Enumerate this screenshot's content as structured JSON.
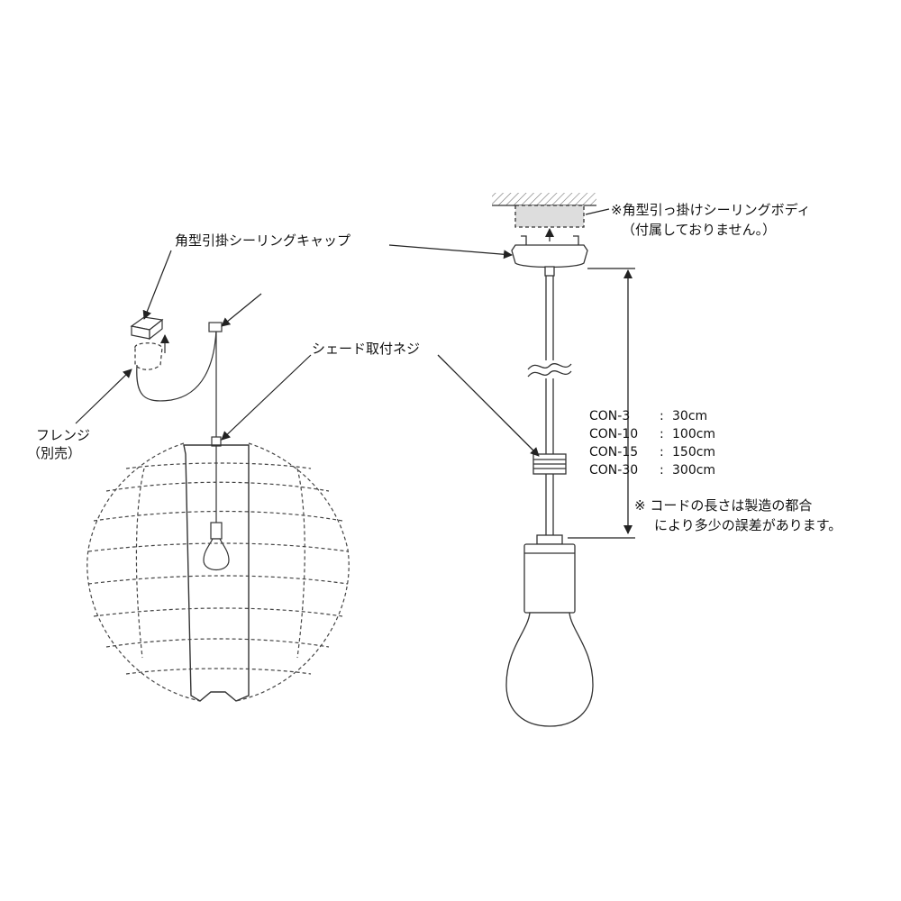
{
  "labels": {
    "ceiling_cap": "角型引掛シーリングキャップ",
    "shade_screw": "シェード取付ネジ",
    "flange_line1": "フレンジ",
    "flange_line2": "（別売）",
    "body_note_line1": "※角型引っ掛けシーリングボディ",
    "body_note_line2": "（付属しておりません。）",
    "cord_note_line1": "※  コードの長さは製造の都合",
    "cord_note_line2": "により多少の誤差があります。"
  },
  "cord_lengths": [
    {
      "model": "CON-3",
      "length": "30cm"
    },
    {
      "model": "CON-10",
      "length": "100cm"
    },
    {
      "model": "CON-15",
      "length": "150cm"
    },
    {
      "model": "CON-30",
      "length": "300cm"
    }
  ],
  "colors": {
    "line": "#333333",
    "ceiling_hatch": "#777777",
    "body_fill": "#dddddd"
  }
}
